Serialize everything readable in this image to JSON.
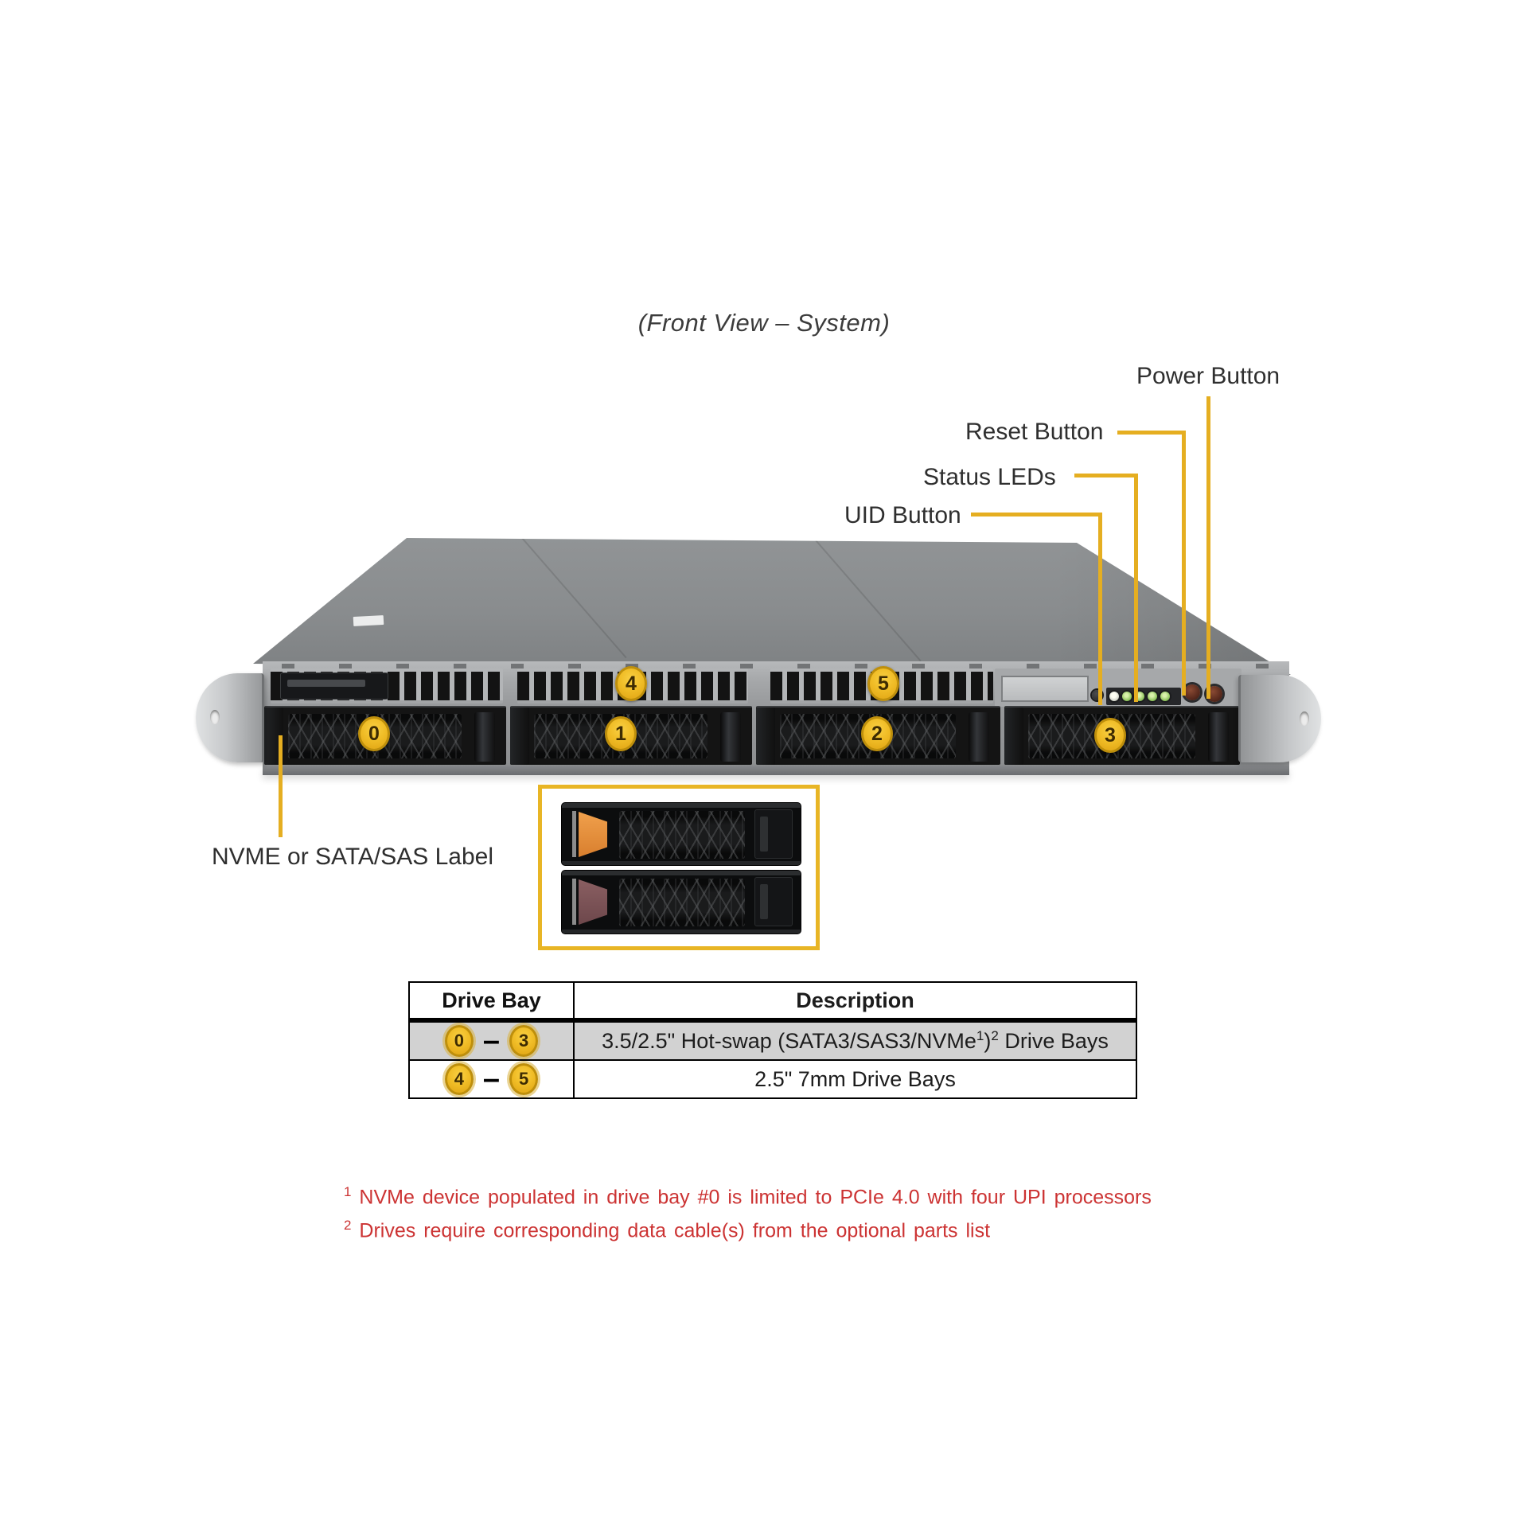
{
  "title": "(Front View – System)",
  "callouts": {
    "power": {
      "label": "Power Button"
    },
    "reset": {
      "label": "Reset Button"
    },
    "status": {
      "label": "Status LEDs"
    },
    "uid": {
      "label": "UID Button"
    },
    "drive_label": {
      "label": "NVME or SATA/SAS Label"
    }
  },
  "bay_markers": [
    {
      "label": "0"
    },
    {
      "label": "1"
    },
    {
      "label": "2"
    },
    {
      "label": "3"
    },
    {
      "label": "4"
    },
    {
      "label": "5"
    }
  ],
  "table": {
    "headers": [
      "Drive Bay",
      "Description"
    ],
    "rows": [
      {
        "from": "0",
        "dash": "–",
        "to": "3",
        "desc_pre": "3.5/2.5\" Hot-swap (SATA3/SAS3/NVMe",
        "desc_sup1": "1",
        "desc_paren": ")",
        "desc_sup2": "2",
        "desc_post": " Drive Bays"
      },
      {
        "from": "4",
        "dash": "–",
        "to": "5",
        "desc_pre": "2.5\" 7mm Drive Bays",
        "desc_sup1": "",
        "desc_paren": "",
        "desc_sup2": "",
        "desc_post": ""
      }
    ]
  },
  "footnotes": [
    {
      "sup": "1",
      "text": " NVMe device populated in drive bay #0 is limited to PCIe 4.0 with four UPI processors"
    },
    {
      "sup": "2",
      "text": " Drives require corresponding data cable(s) from the optional parts list"
    }
  ],
  "colors": {
    "accent_yellow": "#E5AE21",
    "footnote_red": "#CC3333",
    "led_green": "#8FC45E",
    "chassis_gray": "#8E9193"
  }
}
